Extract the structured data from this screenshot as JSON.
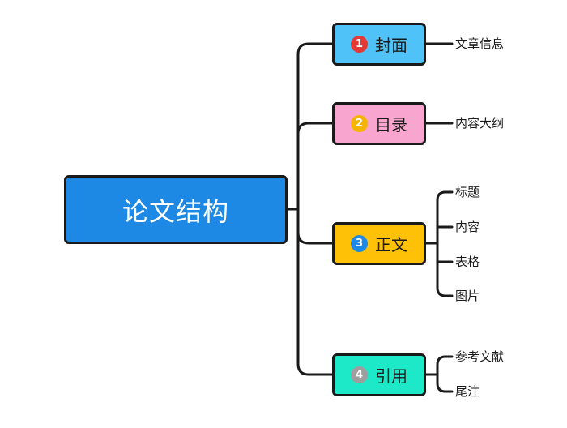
{
  "root": {
    "label": "论文结构",
    "color": "#1e88e5"
  },
  "branches": [
    {
      "label": "封面",
      "number": "1",
      "box_color": "#4fc3f7",
      "badge_color": "#e53935",
      "children": [
        "文章信息"
      ]
    },
    {
      "label": "目录",
      "number": "2",
      "box_color": "#f8a5cf",
      "badge_color": "#f5b400",
      "children": [
        "内容大纲"
      ]
    },
    {
      "label": "正文",
      "number": "3",
      "box_color": "#ffc107",
      "badge_color": "#1e88e5",
      "children": [
        "标题",
        "内容",
        "表格",
        "图片"
      ]
    },
    {
      "label": "引用",
      "number": "4",
      "box_color": "#1de9c8",
      "badge_color": "#9e9e9e",
      "children": [
        "参考文献",
        "尾注"
      ]
    }
  ]
}
